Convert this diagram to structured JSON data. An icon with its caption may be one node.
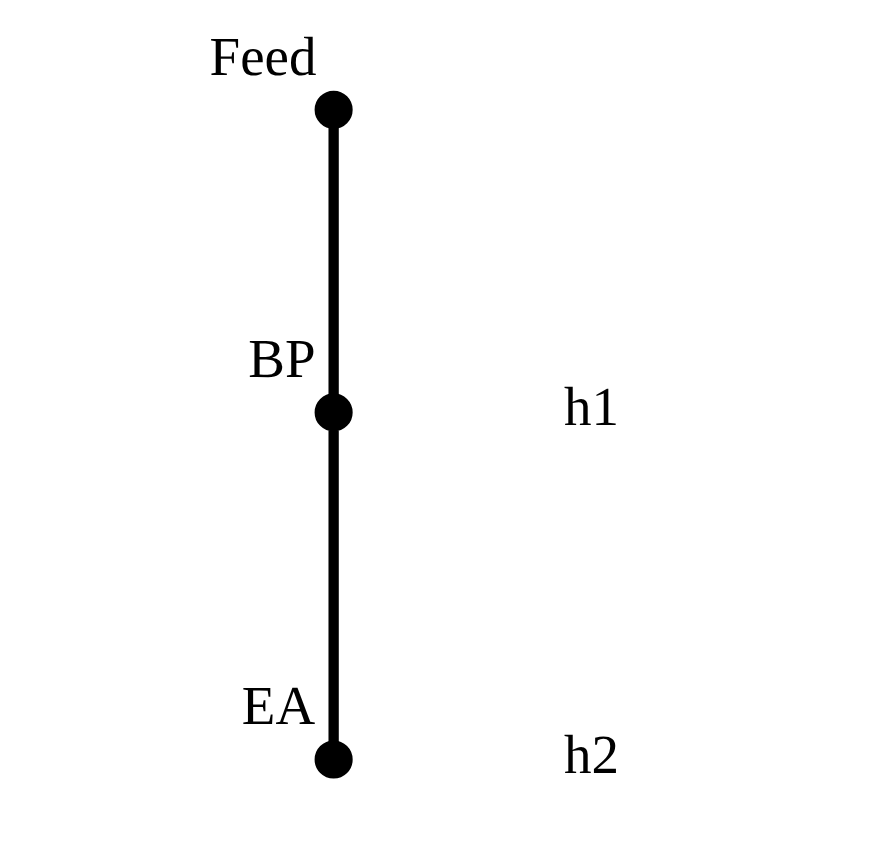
{
  "diagram": {
    "nodes": [
      {
        "text": [],
        "shape": "circle",
        "beside": [
          "Feed"
        ]
      },
      {
        "text": [],
        "shape": "circle",
        "beside": [
          "BP"
        ]
      },
      {
        "text": [],
        "shape": "circle",
        "beside": [
          "EA"
        ]
      }
    ],
    "edges": [
      {
        "from": 0,
        "to": 1,
        "arrow": "none"
      },
      {
        "from": 1,
        "to": 2,
        "arrow": "none"
      }
    ],
    "labels": [
      "h1",
      "h2"
    ]
  }
}
